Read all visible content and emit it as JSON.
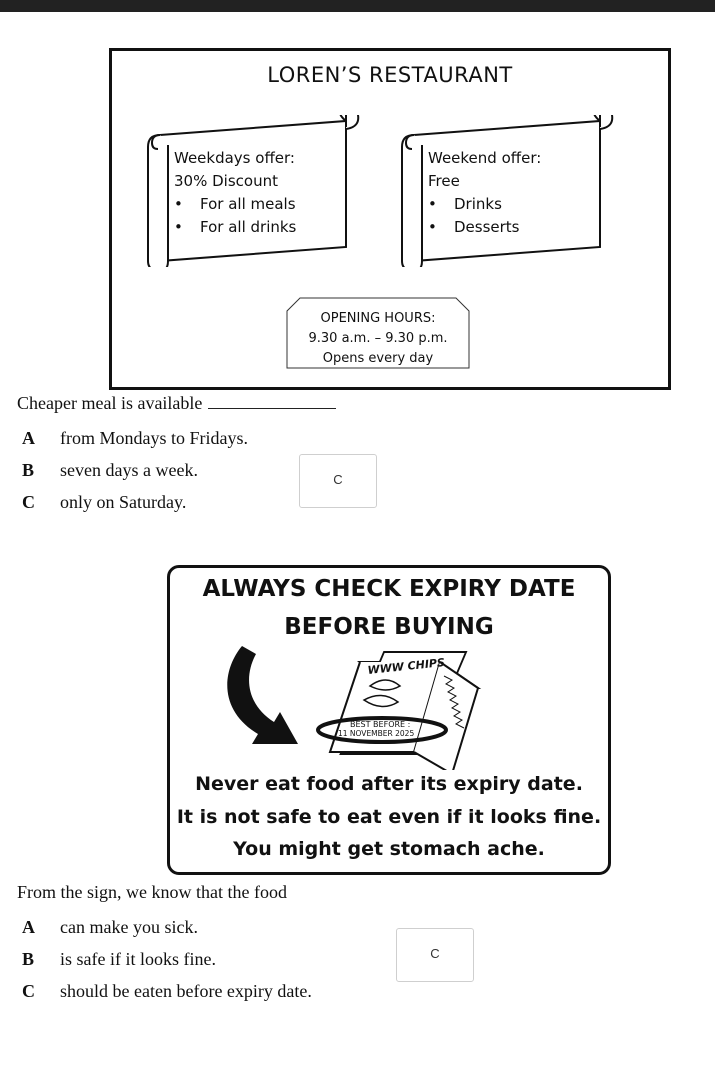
{
  "restaurant_sign": {
    "title": "LOREN’S RESTAURANT",
    "weekday": {
      "heading": "Weekdays offer:",
      "subheading": "30% Discount",
      "items": [
        "For all meals",
        "For all drinks"
      ]
    },
    "weekend": {
      "heading": "Weekend offer:",
      "subheading": "Free",
      "items": [
        "Drinks",
        "Desserts"
      ]
    },
    "hours": {
      "heading": "OPENING HOURS:",
      "time": "9.30 a.m. – 9.30 p.m.",
      "days": "Opens every day"
    }
  },
  "question1": {
    "stem": "Cheaper meal is available",
    "options": [
      {
        "letter": "A",
        "text": "from Mondays to Fridays."
      },
      {
        "letter": "B",
        "text": "seven days a week."
      },
      {
        "letter": "C",
        "text": "only on Saturday."
      }
    ],
    "answer": "C"
  },
  "expiry_sign": {
    "heading_line1": "ALWAYS CHECK EXPIRY DATE",
    "heading_line2": "BEFORE BUYING",
    "package_brand": "WWW CHIPS",
    "label_line1": "BEST BEFORE :",
    "label_line2": "11 NOVEMBER 2025",
    "body_line1": "Never eat food after its expiry date.",
    "body_line2": "It is not safe to eat even if it looks fine.",
    "body_line3": "You might get stomach ache."
  },
  "question2": {
    "stem": "From the sign, we know that the food",
    "options": [
      {
        "letter": "A",
        "text": "can make you sick."
      },
      {
        "letter": "B",
        "text": "is safe if it looks fine."
      },
      {
        "letter": "C",
        "text": "should be eaten before expiry date."
      }
    ],
    "answer": "C"
  }
}
